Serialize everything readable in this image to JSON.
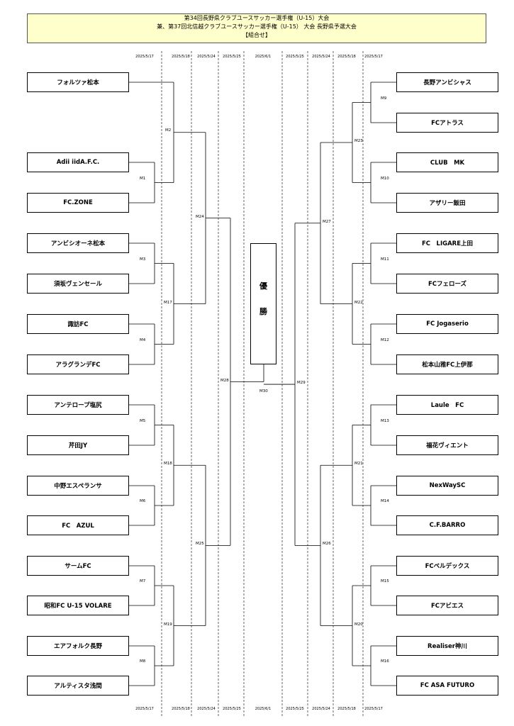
{
  "header": {
    "line1": "第34回長野県クラブユースサッカー選手権（U-15）大会",
    "line2": "兼、第37回北信越クラブユースサッカー選手権（U-15） 大会 長野県予選大会",
    "line3": "【組合せ】"
  },
  "dates": [
    "2025/5/17",
    "2025/5/18",
    "2025/5/24",
    "2025/5/25",
    "2025/6/1",
    "2025/5/25",
    "2025/5/24",
    "2025/5/18",
    "2025/5/17"
  ],
  "left_teams": [
    "フォルツァ松本",
    "Adii iidA.F.C.",
    "FC.ZONE",
    "アンビシオーネ松本",
    "須坂ヴェンセール",
    "諏訪FC",
    "アラグランデFC",
    "アンテロープ塩尻",
    "芹田JY",
    "中野エスペランサ",
    "FC　AZUL",
    "サームFC",
    "昭和FC U-15 VOLARE",
    "エアフォルク長野",
    "アルティスタ浅間"
  ],
  "right_teams": [
    "長野アンビシャス",
    "FCアトラス",
    "CLUB　MK",
    "アザリー飯田",
    "FC　LIGARE上田",
    "FCフェローズ",
    "FC Jogaserio",
    "松本山雅FC上伊那",
    "Laule　FC",
    "福花ヴィエント",
    "NexWaySC",
    "C.F.BARRO",
    "FCベルデックス",
    "FCアビエス",
    "Realiser神川",
    "FC ASA FUTURO"
  ],
  "matches": {
    "M1": "M1",
    "M2": "M2",
    "M3": "M3",
    "M4": "M4",
    "M5": "M5",
    "M6": "M6",
    "M7": "M7",
    "M8": "M8",
    "M9": "M9",
    "M10": "M10",
    "M11": "M11",
    "M12": "M12",
    "M13": "M13",
    "M14": "M14",
    "M15": "M15",
    "M16": "M16",
    "M17": "M17",
    "M18": "M18",
    "M19": "M19",
    "M20": "M20",
    "M21": "M21",
    "M22": "M22",
    "M23": "M23",
    "M24": "M24",
    "M25": "M25",
    "M26": "M26",
    "M27": "M27",
    "M28": "M28",
    "M29": "M29",
    "M30": "M30"
  },
  "champion": {
    "char1": "優",
    "char2": "勝"
  }
}
